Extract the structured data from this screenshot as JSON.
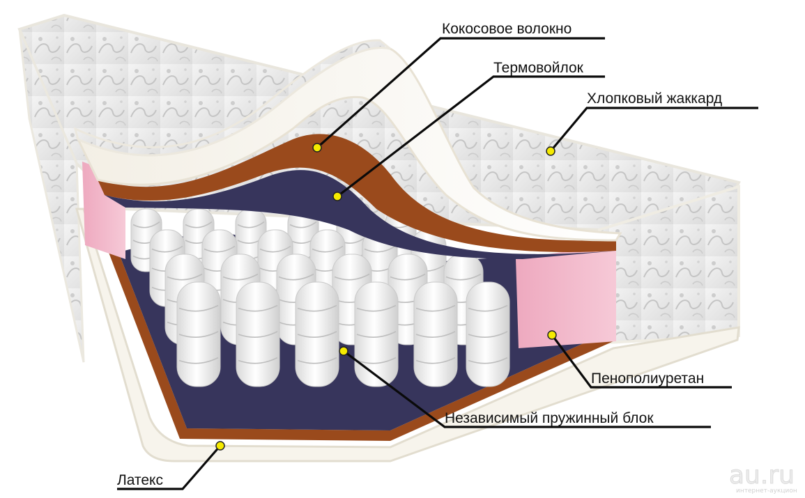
{
  "labels": {
    "coconut": "Кокосовое волокно",
    "thermofelt": "Термовойлок",
    "jacquard": "Хлопковый жаккард",
    "polyurethane": "Пенополиуретан",
    "spring_block": "Независимый пружинный блок",
    "latex": "Латекс"
  },
  "watermark": {
    "main": "au.ru",
    "sub": "интернет-аукцион"
  },
  "colors": {
    "fabric": "#eaeaea",
    "fabric_pattern": "#c9c9c9",
    "edge_piping": "#f2efe6",
    "coconut": "#9a4a1c",
    "felt": "#37355c",
    "foam_pink": "#f0b8ca",
    "latex": "#f7f4ec",
    "spring": "#ffffff",
    "marker": "#f5ea00",
    "leader": "#0a0a0a"
  }
}
